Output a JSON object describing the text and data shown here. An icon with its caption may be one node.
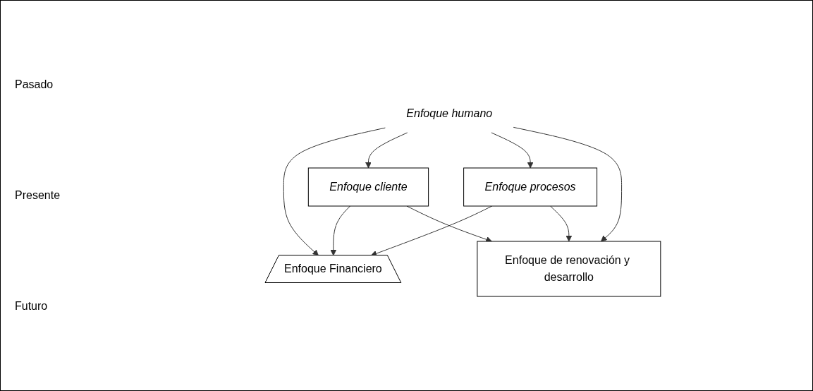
{
  "diagram": {
    "nodes": [
      {
        "text": [
          "Enfoque Financiero"
        ]
      },
      {
        "text": [
          "Enfoque cliente"
        ]
      },
      {
        "text": [
          "Enfoque humano"
        ]
      },
      {
        "text": [
          "Enfoque procesos"
        ]
      },
      {
        "text": [
          "Enfoque de renovación y desarrollo"
        ]
      }
    ],
    "edges": [
      {
        "from": 1,
        "to": 0,
        "arrow": "to"
      },
      {
        "from": 3,
        "to": 0,
        "arrow": "to"
      },
      {
        "from": 2,
        "to": 0,
        "arrow": "to"
      },
      {
        "from": 2,
        "to": 1,
        "arrow": "to"
      },
      {
        "from": 2,
        "to": 3,
        "arrow": "to"
      },
      {
        "from": 2,
        "to": 4,
        "arrow": "to"
      },
      {
        "from": 1,
        "to": 4,
        "arrow": "to"
      },
      {
        "from": 3,
        "to": 4,
        "arrow": "to"
      }
    ],
    "labels": [
      "Pasado",
      "Presente",
      "Futuro"
    ]
  }
}
